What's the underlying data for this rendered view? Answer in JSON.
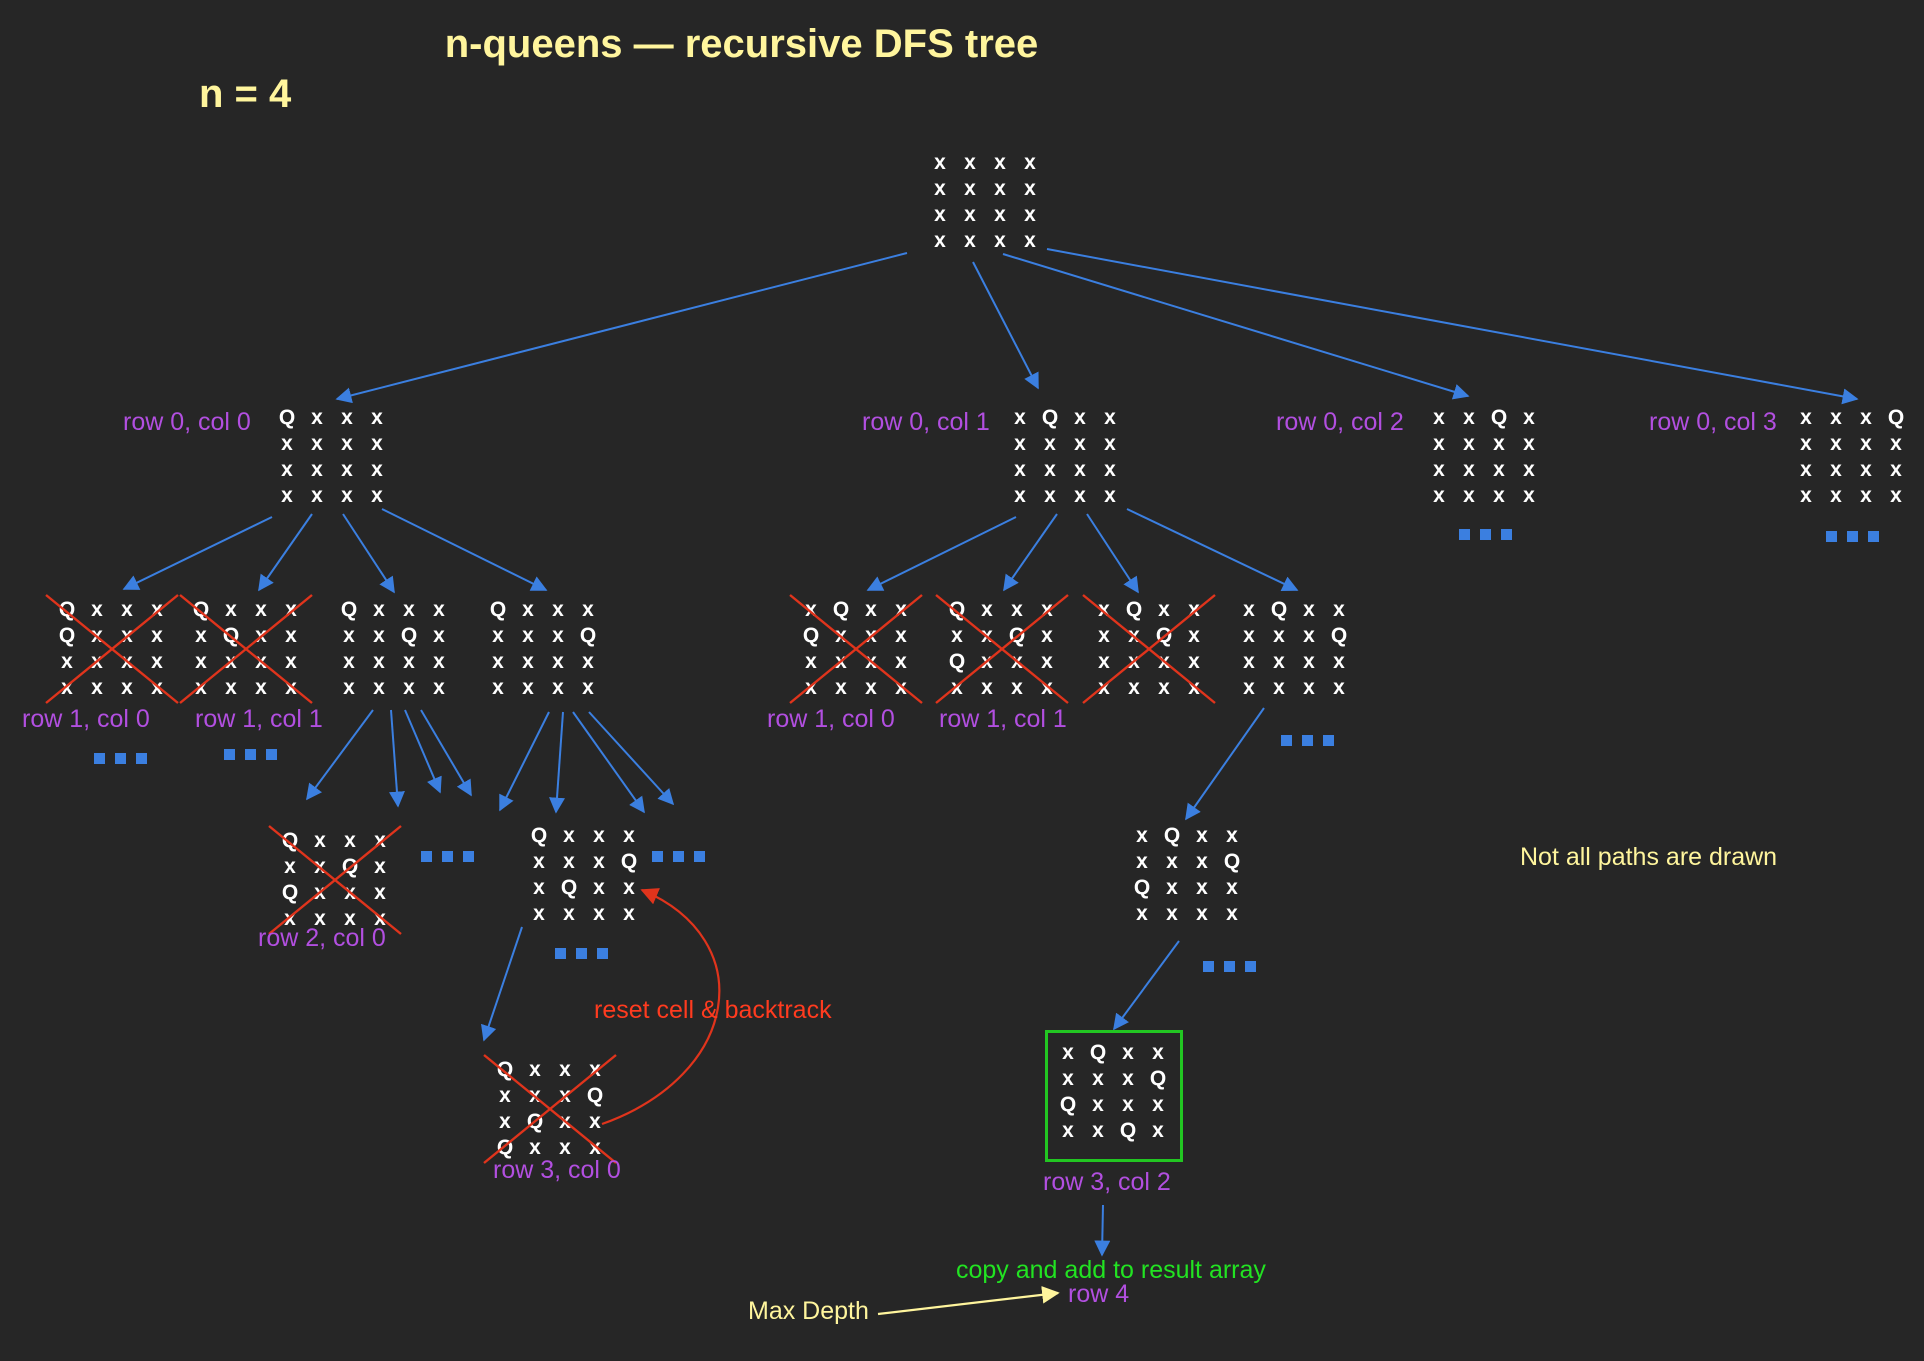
{
  "title": "n-queens — recursive DFS tree",
  "n_label": "n = 4",
  "note": "Not all paths are drawn",
  "reset_label": "reset cell & backtrack",
  "copy_label": "copy and add to result array",
  "max_depth_label": "Max Depth",
  "colors": {
    "background": "#262626",
    "arrow": "#3b7fe0",
    "label": "#b24fe0",
    "title": "#fff59d",
    "cross": "#e0341c",
    "solution_box": "#22c622",
    "copy_text": "#22e322"
  },
  "nodes": {
    "root": {
      "board": [
        "x x x x",
        "x x x x",
        "x x x x",
        "x x x x"
      ]
    },
    "r0c0": {
      "label": "row 0, col 0",
      "board": [
        "Q x x x",
        "x x x x",
        "x x x x",
        "x x x x"
      ]
    },
    "r0c1": {
      "label": "row 0, col 1",
      "board": [
        "x Q x x",
        "x x x x",
        "x x x x",
        "x x x x"
      ]
    },
    "r0c2": {
      "label": "row 0, col 2",
      "board": [
        "x x Q x",
        "x x x x",
        "x x x x",
        "x x x x"
      ]
    },
    "r0c3": {
      "label": "row 0, col 3",
      "board": [
        "x x x Q",
        "x x x x",
        "x x x x",
        "x x x x"
      ]
    },
    "a1": {
      "label": "row 1, col 0",
      "invalid": true,
      "board": [
        "Q x x x",
        "Q x x x",
        "x x x x",
        "x x x x"
      ]
    },
    "a2": {
      "label": "row 1, col 1",
      "invalid": true,
      "board": [
        "Q x x x",
        "x Q x x",
        "x x x x",
        "x x x x"
      ]
    },
    "a3": {
      "board": [
        "Q x x x",
        "x x Q x",
        "x x x x",
        "x x x x"
      ]
    },
    "a4": {
      "board": [
        "Q x x x",
        "x x x Q",
        "x x x x",
        "x x x x"
      ]
    },
    "b1": {
      "label": "row 1, col 0",
      "invalid": true,
      "board": [
        "x Q x x",
        "Q x x x",
        "x x x x",
        "x x x x"
      ]
    },
    "b2": {
      "label": "row 1, col 1",
      "invalid": true,
      "board": [
        "Q x x x",
        "x x Q x",
        "Q x x x",
        "x x x x"
      ]
    },
    "b3": {
      "invalid": true,
      "board": [
        "x Q x x",
        "x x Q x",
        "x x x x",
        "x x x x"
      ]
    },
    "b4": {
      "board": [
        "x Q x x",
        "x x x Q",
        "x x x x",
        "x x x x"
      ]
    },
    "c1": {
      "label": "row 2, col 0",
      "invalid": true,
      "board": [
        "Q x x x",
        "x x Q x",
        "Q x x x",
        "x x x x"
      ]
    },
    "c2": {
      "board": [
        "Q x x x",
        "x x x Q",
        "x Q x x",
        "x x x x"
      ]
    },
    "d1": {
      "label": "row 3, col 0",
      "invalid": true,
      "board": [
        "Q x x x",
        "x x x Q",
        "x Q x x",
        "Q x x x"
      ]
    },
    "e1": {
      "board": [
        "x Q x x",
        "x x x Q",
        "Q x x x",
        "x x x x"
      ]
    },
    "f1": {
      "label": "row 3, col 2",
      "board": [
        "x Q x x",
        "x x x Q",
        "Q x x x",
        "x x Q x"
      ]
    },
    "end": {
      "label": "row 4"
    }
  }
}
